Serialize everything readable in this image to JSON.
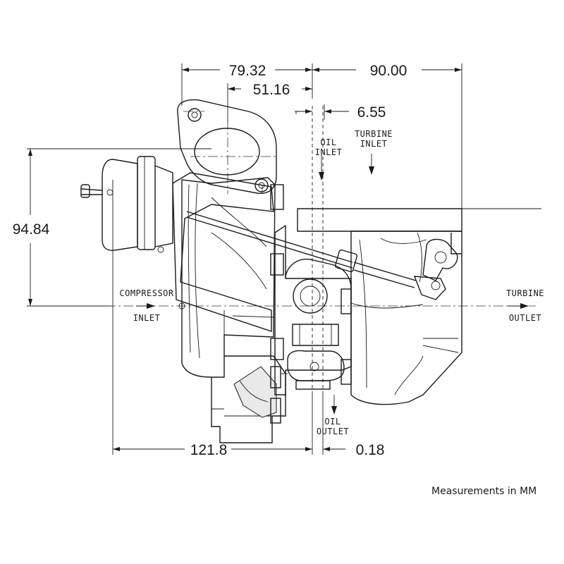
{
  "dimensions": {
    "d1": "79.32",
    "d2": "90.00",
    "d3": "51.16",
    "d4": "6.55",
    "d5": "94.84",
    "d6": "121.8",
    "d7": "0.18"
  },
  "labels": {
    "oil_inlet_line1": "OIL",
    "oil_inlet_line2": "INLET",
    "turbine_inlet_line1": "TURBINE",
    "turbine_inlet_line2": "INLET",
    "compressor_inlet_line1": "COMPRESSOR",
    "compressor_inlet_line2": "INLET",
    "turbine_outlet_line1": "TURBINE",
    "turbine_outlet_line2": "OUTLET",
    "oil_outlet_line1": "OIL",
    "oil_outlet_line2": "OUTLET"
  },
  "note": "Measurements in MM"
}
